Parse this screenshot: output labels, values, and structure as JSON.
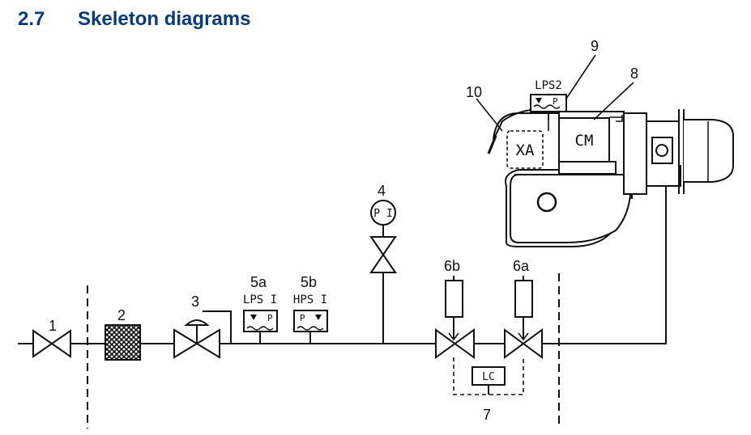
{
  "heading": {
    "number": "2.7",
    "title": "Skeleton diagrams"
  },
  "colors": {
    "heading": "#0b3a78",
    "lines": "#111111",
    "burner_fill": "#ffffff"
  },
  "callouts": {
    "c1": "1",
    "c2": "2",
    "c3": "3",
    "c4": "4",
    "c5a": "5a",
    "c5b": "5b",
    "c6a": "6a",
    "c6b": "6b",
    "c7": "7",
    "c8": "8",
    "c9": "9",
    "c10": "10"
  },
  "instruments": {
    "pi": "P I",
    "lps1": "LPS I",
    "hps1": "HPS I",
    "lps2": "LPS2",
    "lc": "LC",
    "cm": "CM",
    "xa": "XA",
    "switch_p": "P"
  },
  "icons": [
    "manual-valve-icon",
    "filter-icon",
    "pressure-regulator-icon",
    "pressure-switch-icon",
    "solenoid-valve-icon",
    "burner-icon"
  ]
}
